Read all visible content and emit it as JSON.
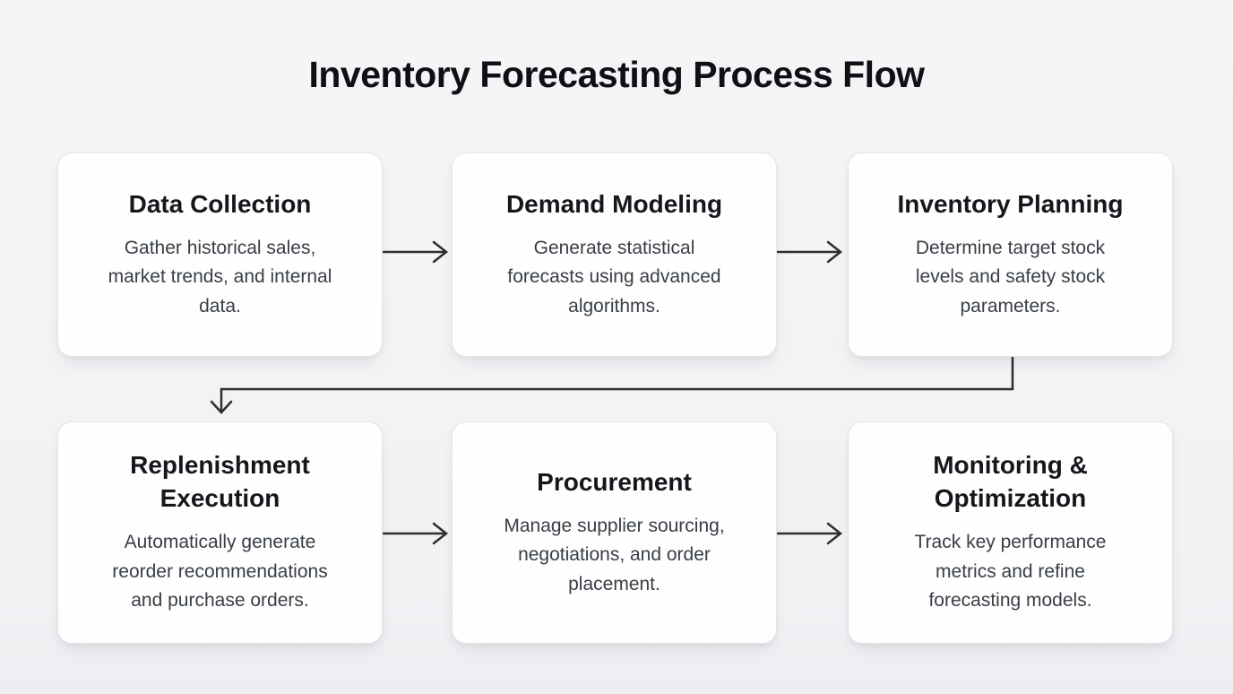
{
  "title": "Inventory Forecasting Process Flow",
  "nodes": [
    {
      "id": "data-collection",
      "title": "Data Collection",
      "description": "Gather historical sales,\nmarket trends, and internal\ndata."
    },
    {
      "id": "demand-modeling",
      "title": "Demand Modeling",
      "description": "Generate statistical\nforecasts using advanced\nalgorithms."
    },
    {
      "id": "inventory-planning",
      "title": "Inventory Planning",
      "description": "Determine target stock\nlevels and safety stock\nparameters."
    },
    {
      "id": "replenishment-execution",
      "title": "Replenishment\nExecution",
      "description": "Automatically generate\nreorder recommendations\nand purchase orders."
    },
    {
      "id": "procurement",
      "title": "Procurement",
      "description": "Manage supplier sourcing,\nnegotiations, and order\nplacement."
    },
    {
      "id": "monitoring-optimization",
      "title": "Monitoring &\nOptimization",
      "description": "Track key performance\nmetrics and refine\nforecasting models."
    }
  ],
  "edges": [
    {
      "from": "data-collection",
      "to": "demand-modeling",
      "style": "straight-right"
    },
    {
      "from": "demand-modeling",
      "to": "inventory-planning",
      "style": "straight-right"
    },
    {
      "from": "inventory-planning",
      "to": "replenishment-execution",
      "style": "elbow-down-left-down"
    },
    {
      "from": "replenishment-execution",
      "to": "procurement",
      "style": "straight-right"
    },
    {
      "from": "procurement",
      "to": "monitoring-optimization",
      "style": "straight-right"
    }
  ],
  "colors": {
    "page_background": "#f2f3f5",
    "card_background": "#fefefe",
    "card_border": "#e3e5e9",
    "heading_text": "#14171b",
    "body_text": "#383e46",
    "connector": "#2d2e30",
    "title_text": "#0e1013"
  }
}
